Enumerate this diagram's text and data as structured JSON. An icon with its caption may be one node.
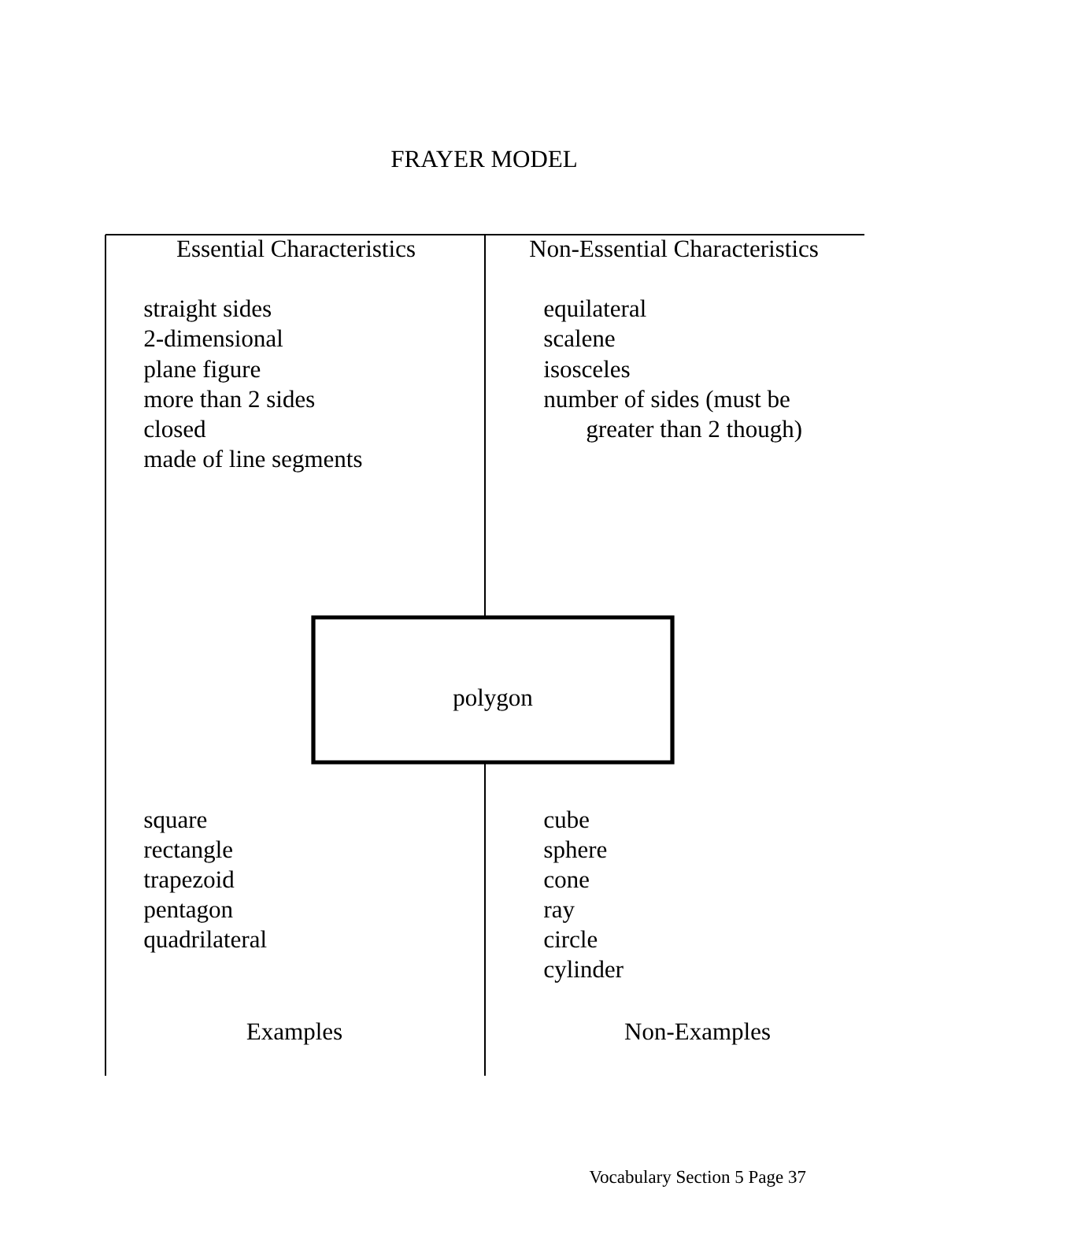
{
  "diagram": {
    "title": "FRAYER MODEL",
    "nodes": [
      {
        "text": [
          "polygon"
        ]
      }
    ],
    "labels": [
      "Essential Characteristics",
      "straight sides",
      "2-dimensional",
      "plane figure",
      "more than 2 sides",
      "closed",
      "made of line segments",
      "Non-Essential Characteristics",
      "equilateral",
      "scalene",
      "isosceles",
      "number of sides (must be greater than 2 though)",
      "square",
      "rectangle",
      "trapezoid",
      "pentagon",
      "quadrilateral",
      "Examples",
      "cube",
      "sphere",
      "cone",
      "ray",
      "circle",
      "cylinder",
      "Non-Examples",
      "Vocabulary Section 5 Page 37"
    ]
  }
}
